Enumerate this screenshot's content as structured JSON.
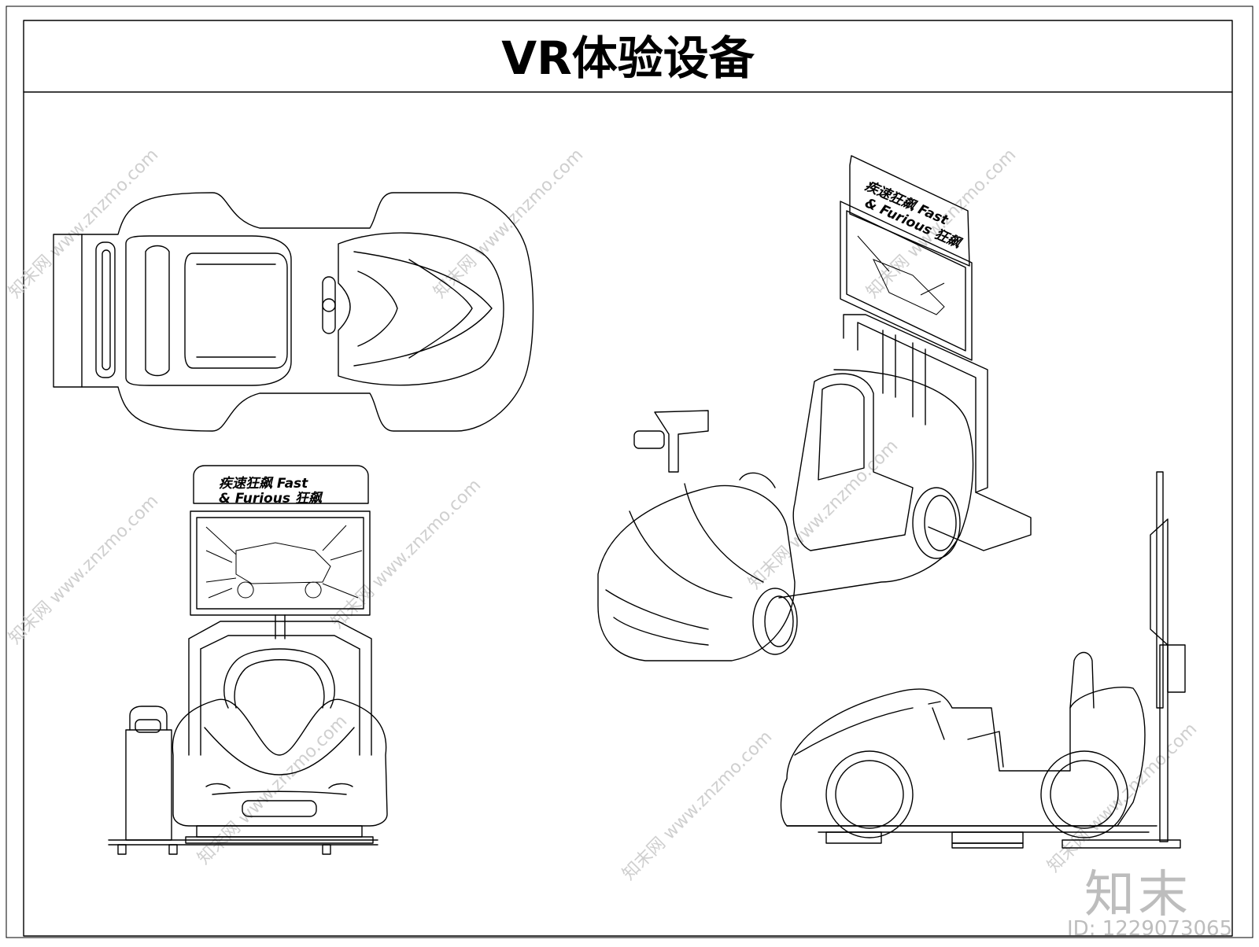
{
  "title": "VR体验设备",
  "views": {
    "front": {
      "sign_line1": "疾速狂飙 Fast",
      "sign_line2": "& Furious 狂飙"
    },
    "isometric": {
      "sign_line1": "疾速狂飙 Fast",
      "sign_line2": "& Furious 狂飙"
    }
  },
  "watermark": {
    "site": "知末网 www.znzmo.com",
    "brand": "知末",
    "id": "ID: 1229073065"
  }
}
